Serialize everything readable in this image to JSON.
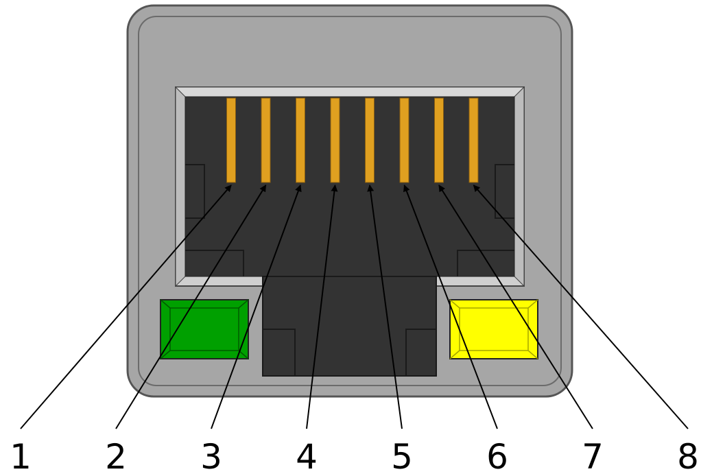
{
  "diagram": {
    "pin_count": 8,
    "pins": [
      {
        "number": "1"
      },
      {
        "number": "2"
      },
      {
        "number": "3"
      },
      {
        "number": "4"
      },
      {
        "number": "5"
      },
      {
        "number": "6"
      },
      {
        "number": "7"
      },
      {
        "number": "8"
      }
    ],
    "leds": {
      "left": {
        "color": "#00a000"
      },
      "right": {
        "color": "#ffff00"
      }
    },
    "colors": {
      "housing": "#a6a6a6",
      "housing_border": "#555555",
      "port": "#333333",
      "contact": "#e0a020",
      "leader": "#000000"
    }
  }
}
